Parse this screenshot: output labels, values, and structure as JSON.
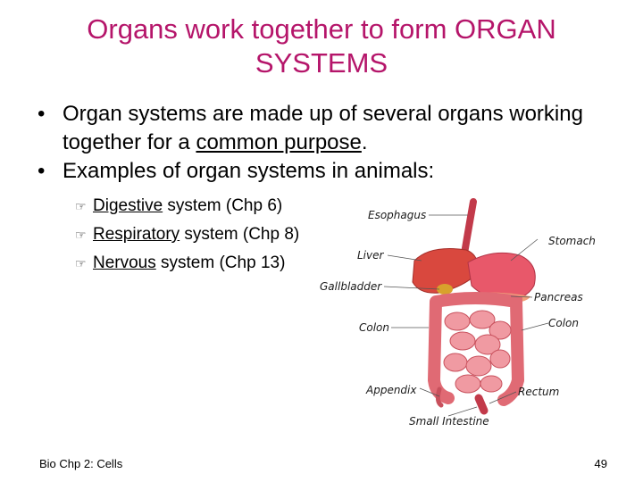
{
  "slide": {
    "title": "Organs work together to form ORGAN SYSTEMS",
    "bullets": [
      {
        "pre": "Organ systems are made up of several organs working together for a ",
        "underlined": "common purpose",
        "post": "."
      },
      {
        "text": "Examples of organ systems in animals:"
      }
    ],
    "subitems": [
      {
        "name": "Digestive",
        "rest": " system (Chp 6)"
      },
      {
        "name": "Respiratory",
        "rest": " system (Chp 8)"
      },
      {
        "name": "Nervous",
        "rest": " system (Chp 13)"
      }
    ],
    "footer": {
      "left": "Bio Chp 2: Cells",
      "page": "49"
    }
  },
  "figure": {
    "labels": {
      "esophagus": "Esophagus",
      "stomach": "Stomach",
      "liver": "Liver",
      "gallbladder": "Gallbladder",
      "pancreas": "Pancreas",
      "colon_left": "Colon",
      "colon_right": "Colon",
      "appendix": "Appendix",
      "rectum": "Rectum",
      "small_intestine": "Small Intestine"
    }
  },
  "colors": {
    "title": "#b5156a",
    "organ": "#e8586a",
    "organ_dark": "#c23a4a",
    "liver": "#d9483e",
    "gallbladder": "#d8a22c"
  },
  "icons": {
    "subitem_bullet": "pointing-hand-icon"
  }
}
